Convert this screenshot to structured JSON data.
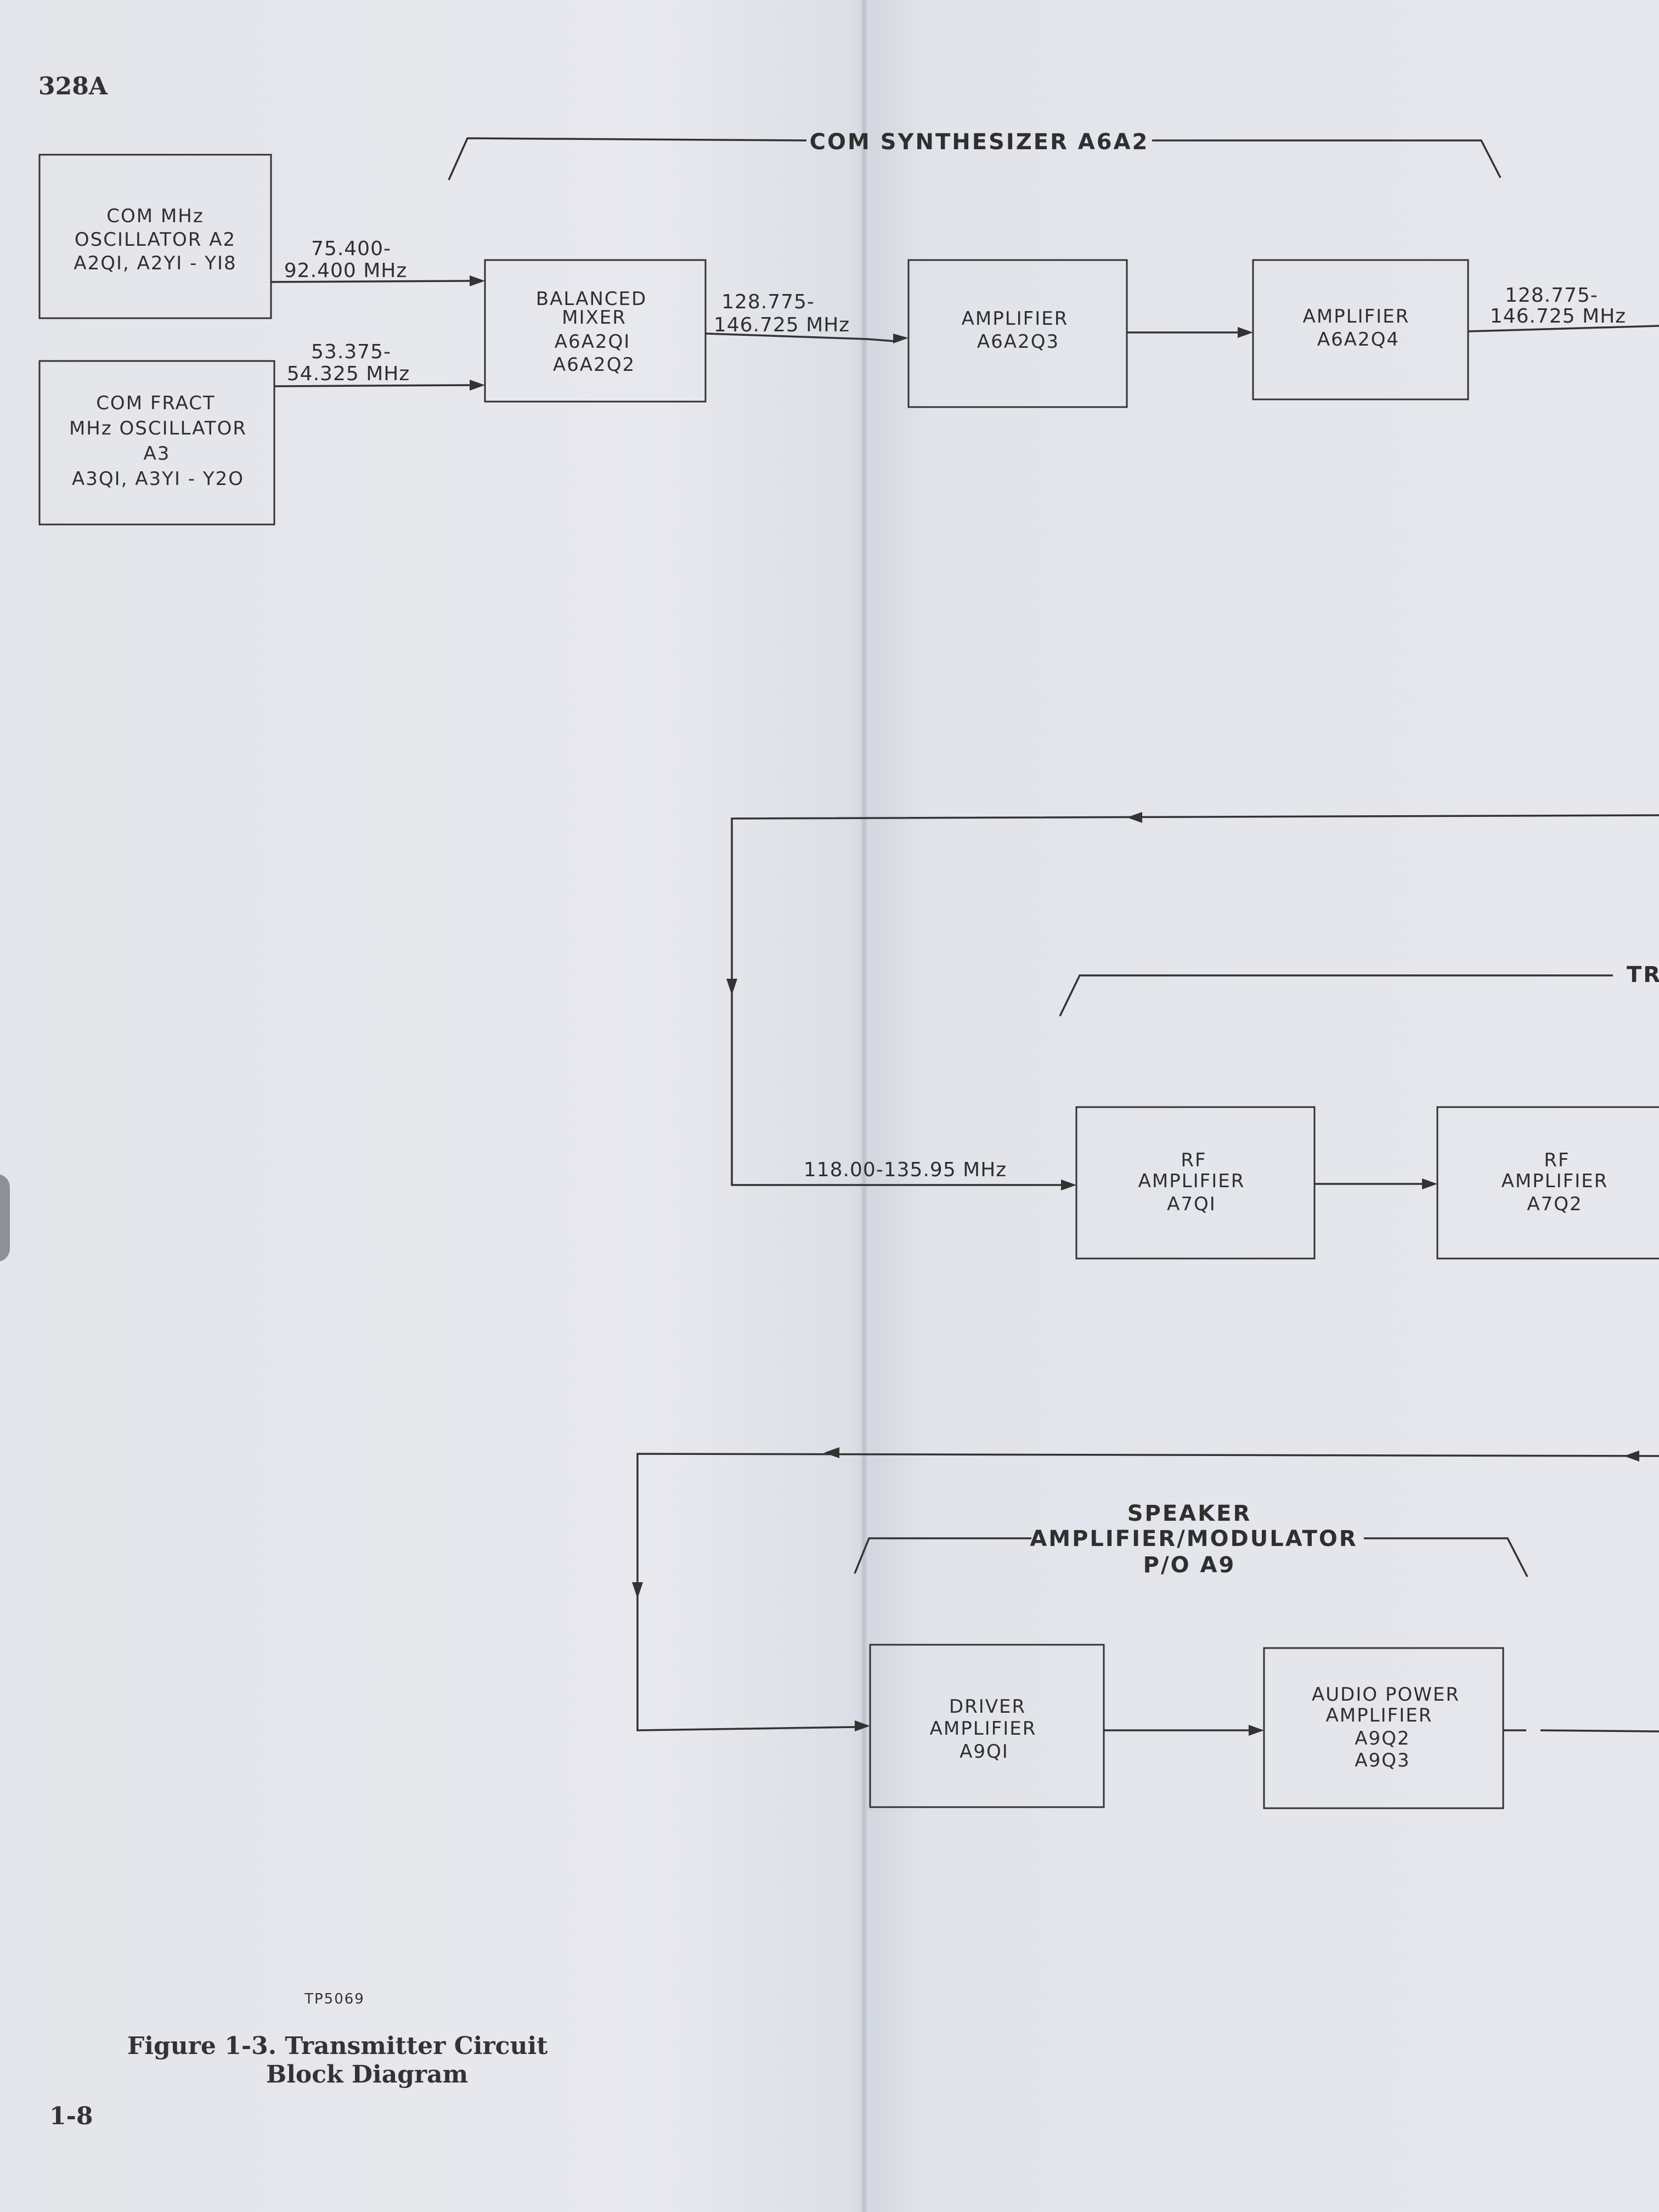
{
  "page": {
    "number_top": "328A",
    "number_bottom": "1-8",
    "ref_code": "TP5069",
    "caption_line1": "Figure 1-3.  Transmitter Circuit",
    "caption_line2": "Block Diagram"
  },
  "groups": {
    "com_synthesizer": "COM SYNTHESIZER A6A2",
    "transmitter_partial": "TR",
    "speaker_line1": "SPEAKER",
    "speaker_line2": "AMPLIFIER/MODULATOR",
    "speaker_line3": "P/O A9"
  },
  "blocks": {
    "com_mhz_osc": [
      "COM MHz",
      "OSCILLATOR A2",
      "A2QI, A2YI - YI8"
    ],
    "com_fract_osc": [
      "COM FRACT",
      "MHz OSCILLATOR",
      "A3",
      "A3QI, A3YI - Y2O"
    ],
    "balanced_mixer": [
      "BALANCED",
      "MIXER",
      "A6A2QI",
      "A6A2Q2"
    ],
    "amp_a6a2q3": [
      "AMPLIFIER",
      "A6A2Q3"
    ],
    "amp_a6a2q4": [
      "AMPLIFIER",
      "A6A2Q4"
    ],
    "rf_amp_a7q1": [
      "RF",
      "AMPLIFIER",
      "A7QI"
    ],
    "rf_amp_a7q2": [
      "RF",
      "AMPLIFIER",
      "A7Q2"
    ],
    "driver_amp": [
      "DRIVER",
      "AMPLIFIER",
      "A9QI"
    ],
    "audio_power_amp": [
      "AUDIO POWER",
      "AMPLIFIER",
      "A9Q2",
      "A9Q3"
    ]
  },
  "signals": {
    "osc_a2_out": [
      "75.400-",
      "92.400 MHz"
    ],
    "osc_a3_out": [
      "53.375-",
      "54.325 MHz"
    ],
    "mixer_out": [
      "128.775-",
      "146.725 MHz"
    ],
    "amp_q4_out": [
      "128.775-",
      "146.725 MHz"
    ],
    "rf_in": "118.00-135.95 MHz"
  }
}
